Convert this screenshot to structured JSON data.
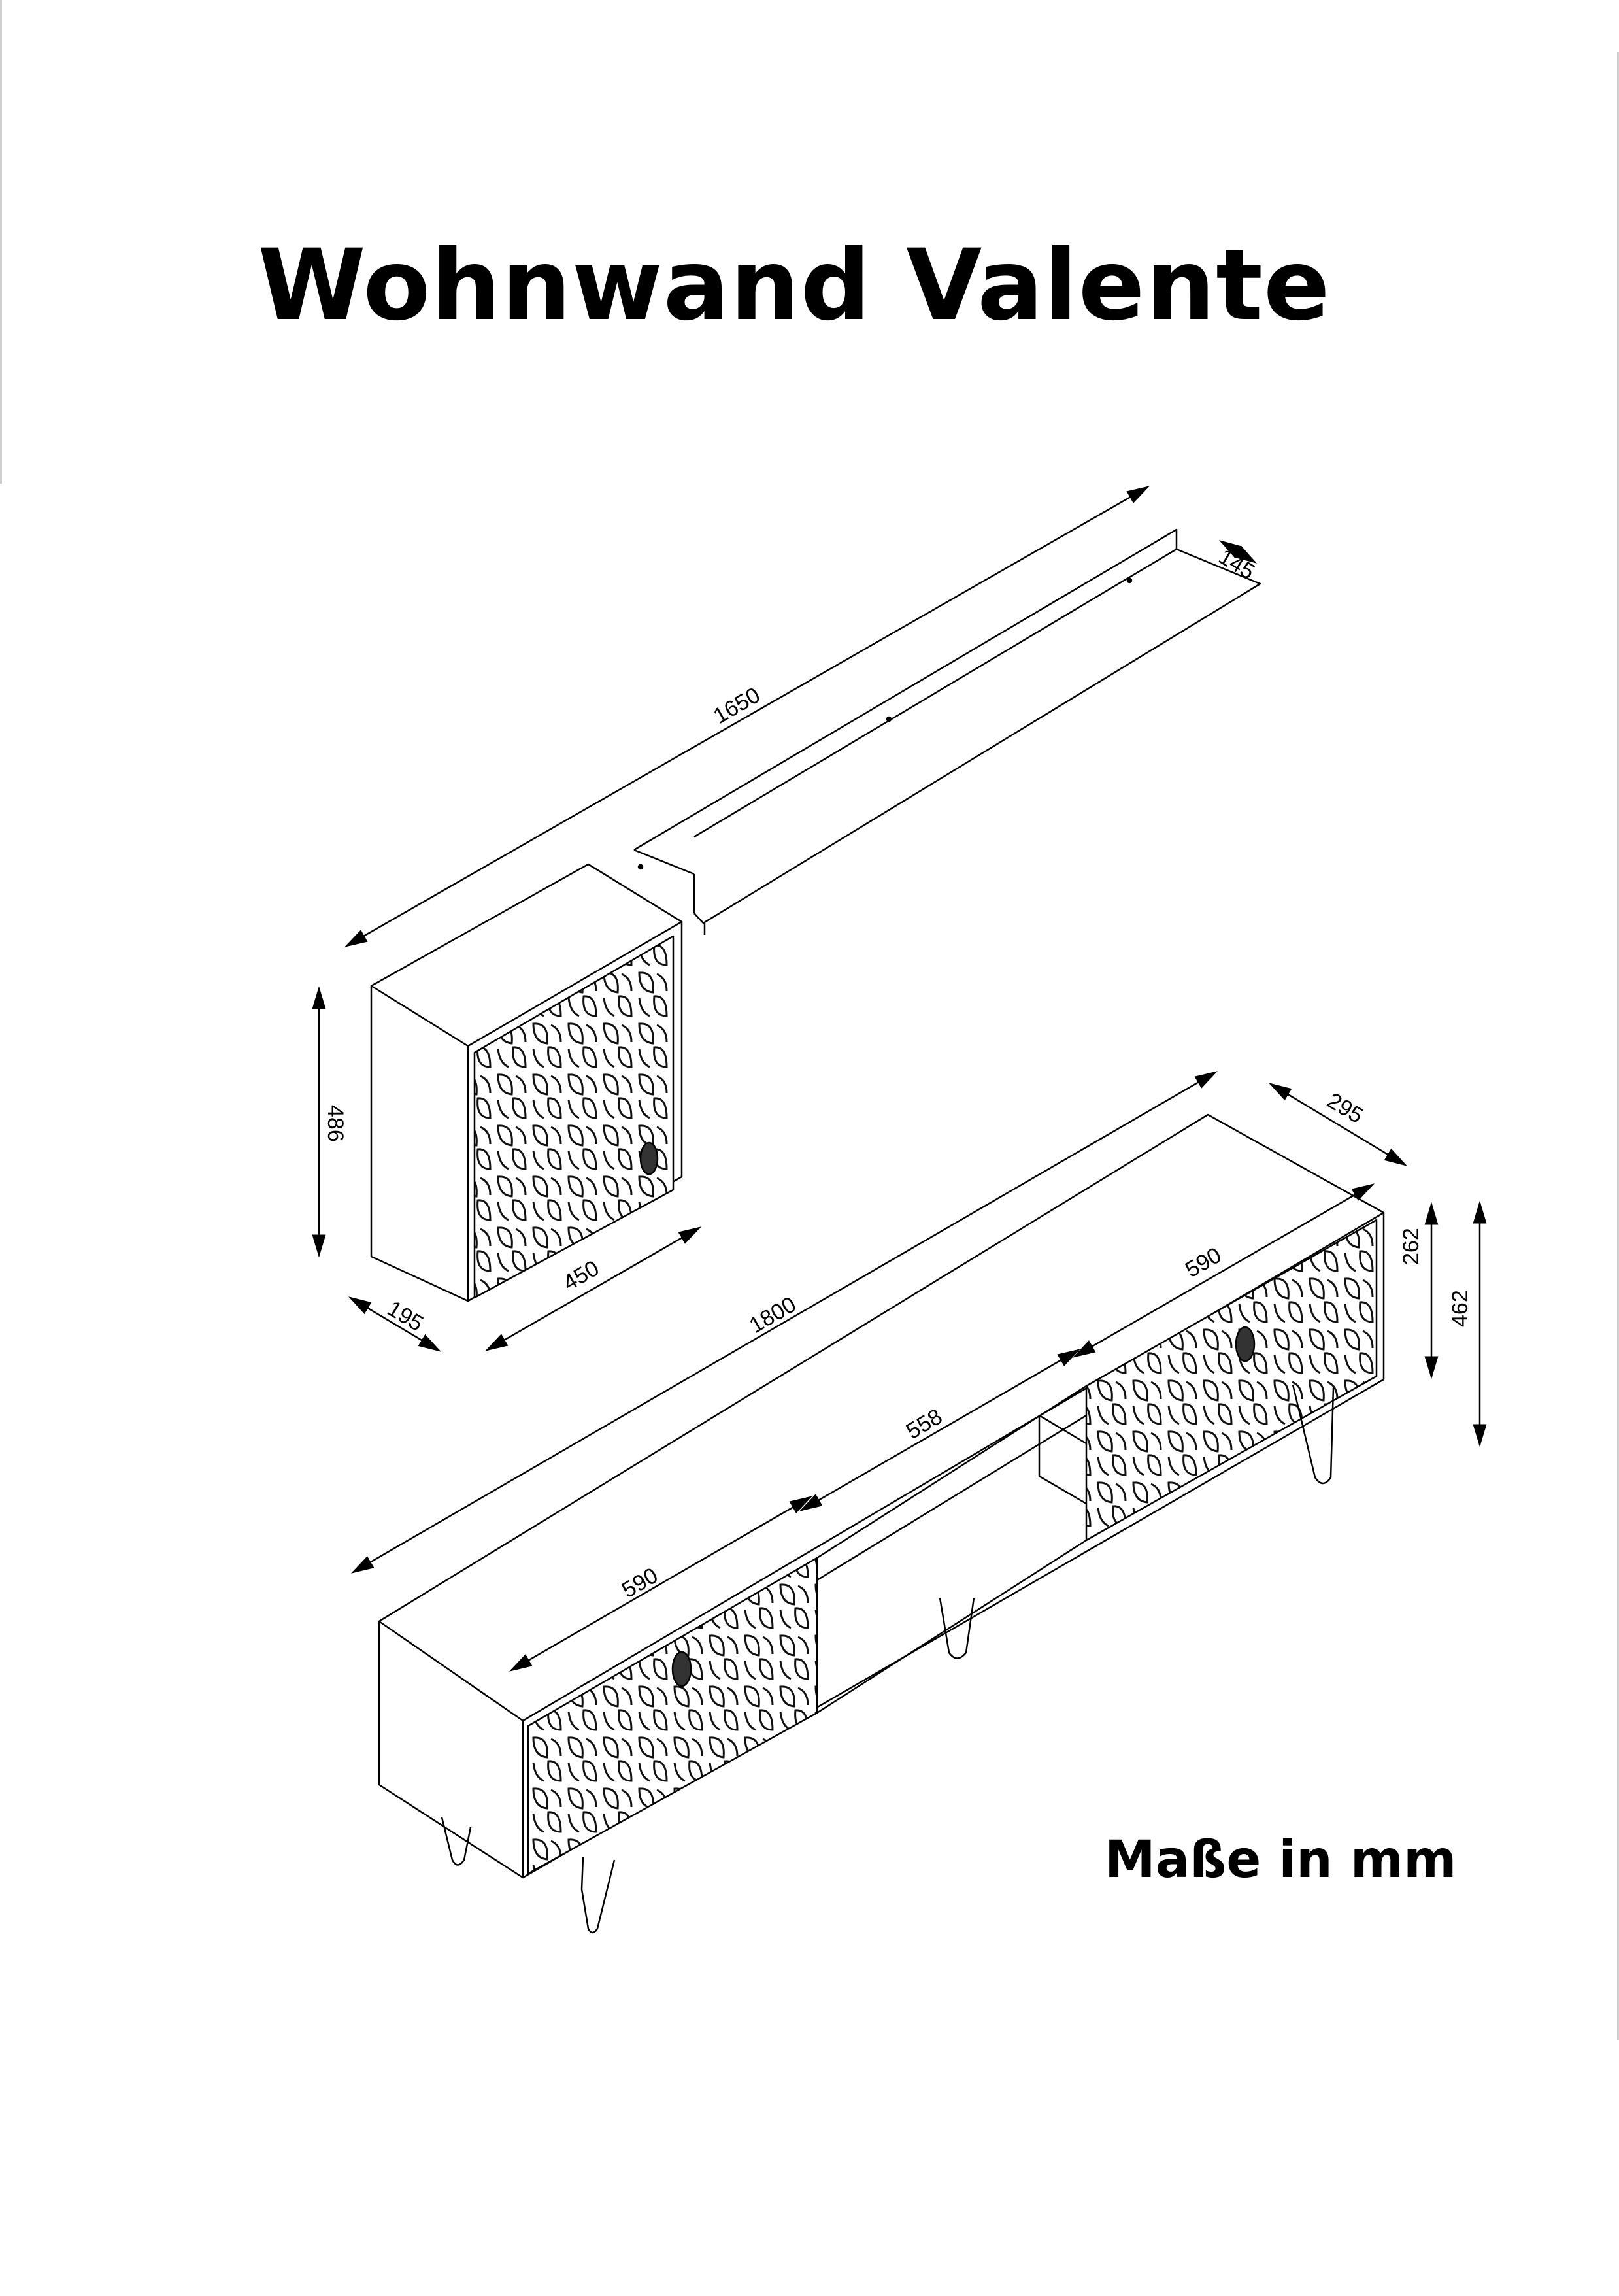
{
  "title": "Wohnwand Valente",
  "units_note": "Maße in mm",
  "dimensions": {
    "shelf_length": "1650",
    "shelf_depth": "145",
    "cabinet_height": "486",
    "cabinet_width": "450",
    "cabinet_depth": "195",
    "tv_unit_length": "1800",
    "tv_unit_depth": "295",
    "drawer_right_width": "590",
    "drawer_left_width": "590",
    "open_section_width": "558",
    "body_height": "262",
    "total_height": "462"
  }
}
